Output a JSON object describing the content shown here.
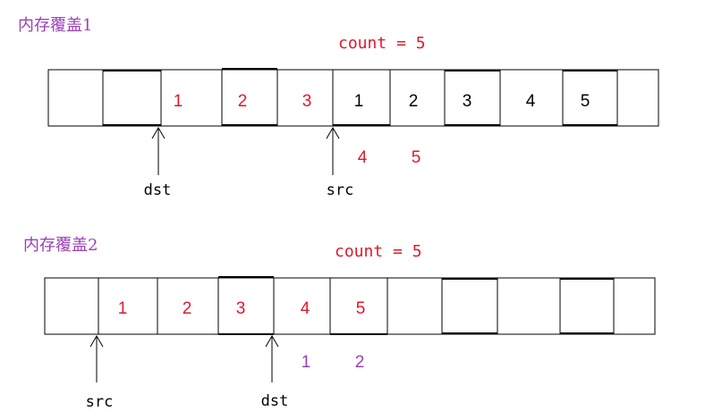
{
  "diagram1": {
    "title": "内存覆盖1",
    "count_label": "count = 5",
    "numbers": [
      "1",
      "2",
      "3",
      "1",
      "2",
      "3",
      "4",
      "5",
      "4",
      "5"
    ],
    "dst_label": "dst",
    "src_label": "src"
  },
  "diagram2": {
    "title": "内存覆盖2",
    "count_label": "count = 5",
    "numbers": [
      "1",
      "2",
      "3",
      "4",
      "5",
      "1",
      "2"
    ],
    "src_label": "src",
    "dst_label": "dst"
  },
  "colors": {
    "red": "#e0182b",
    "black": "#000000",
    "purple": "#9b3fb5"
  }
}
